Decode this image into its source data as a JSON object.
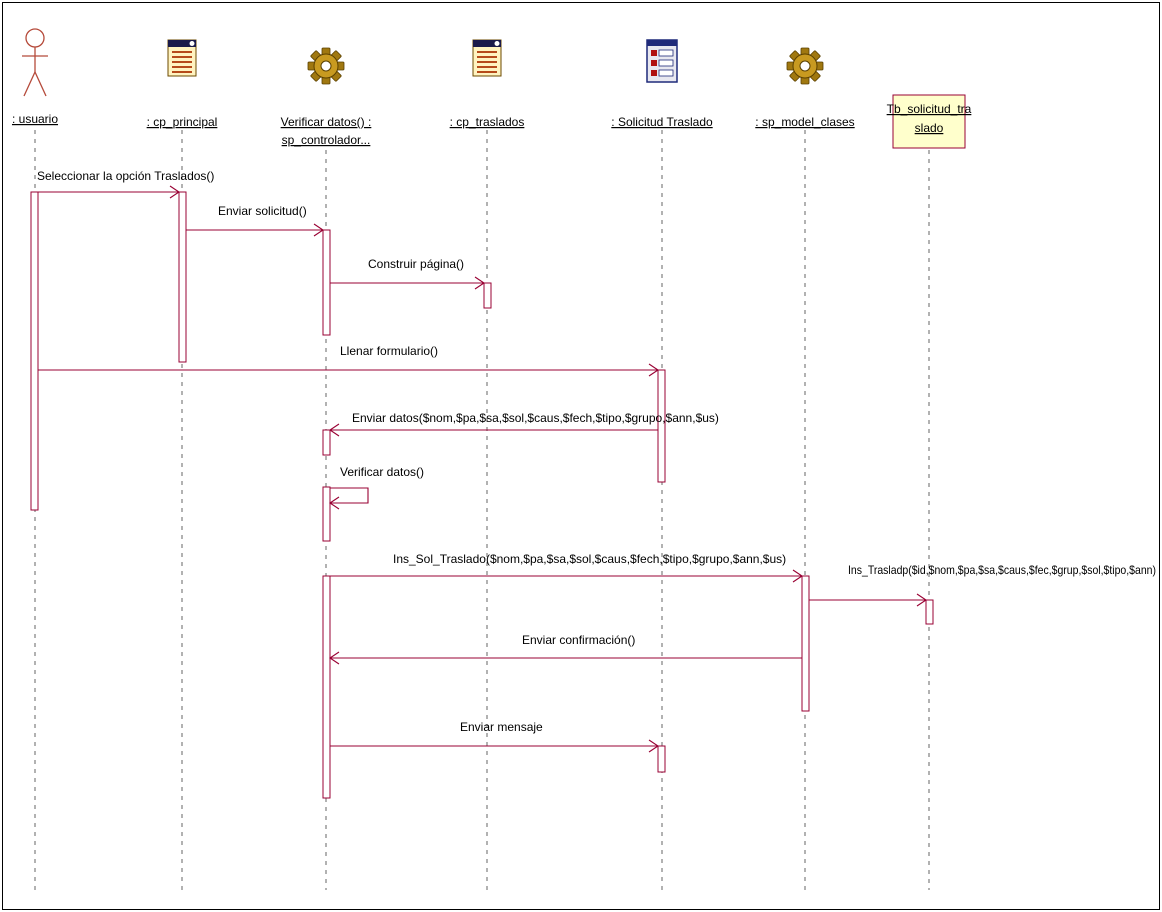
{
  "participants": [
    {
      "id": "usuario",
      "kind": "actor",
      "label": ": usuario"
    },
    {
      "id": "cp_principal",
      "kind": "page",
      "label": ": cp_principal"
    },
    {
      "id": "controlador",
      "kind": "control",
      "label": "Verificar datos() :",
      "label2": "sp_controlador..."
    },
    {
      "id": "cp_traslados",
      "kind": "page",
      "label": ": cp_traslados"
    },
    {
      "id": "solicitud",
      "kind": "form",
      "label": ": Solicitud Traslado"
    },
    {
      "id": "model",
      "kind": "control",
      "label": ": sp_model_clases"
    },
    {
      "id": "tb",
      "kind": "table",
      "label": "Tb_solicitud_tra",
      "label2": "slado"
    }
  ],
  "messages": [
    {
      "id": "m1",
      "text": "Seleccionar la opción Traslados()"
    },
    {
      "id": "m2",
      "text": "Enviar solicitud()"
    },
    {
      "id": "m3",
      "text": "Construir página()"
    },
    {
      "id": "m4",
      "text": "Llenar formulario()"
    },
    {
      "id": "m5",
      "text": "Enviar datos($nom,$pa,$sa,$sol,$caus,$fech,$tipo,$grupo,$ann,$us)"
    },
    {
      "id": "m6",
      "text": "Verificar datos()"
    },
    {
      "id": "m7",
      "text": "Ins_Sol_Traslado($nom,$pa,$sa,$sol,$caus,$fech,$tipo,$grupo,$ann,$us)"
    },
    {
      "id": "m8",
      "text": "Ins_Trasladp($id,$nom,$pa,$sa,$caus,$fec,$grup,$sol,$tipo,$ann)"
    },
    {
      "id": "m9",
      "text": "Enviar confirmación()"
    },
    {
      "id": "m10",
      "text": "Enviar mensaje"
    }
  ],
  "colors": {
    "line": "#990033",
    "icon_accent": "#b8860b",
    "table_fill": "#ffffcc",
    "form_blue": "#1f2a7a"
  }
}
